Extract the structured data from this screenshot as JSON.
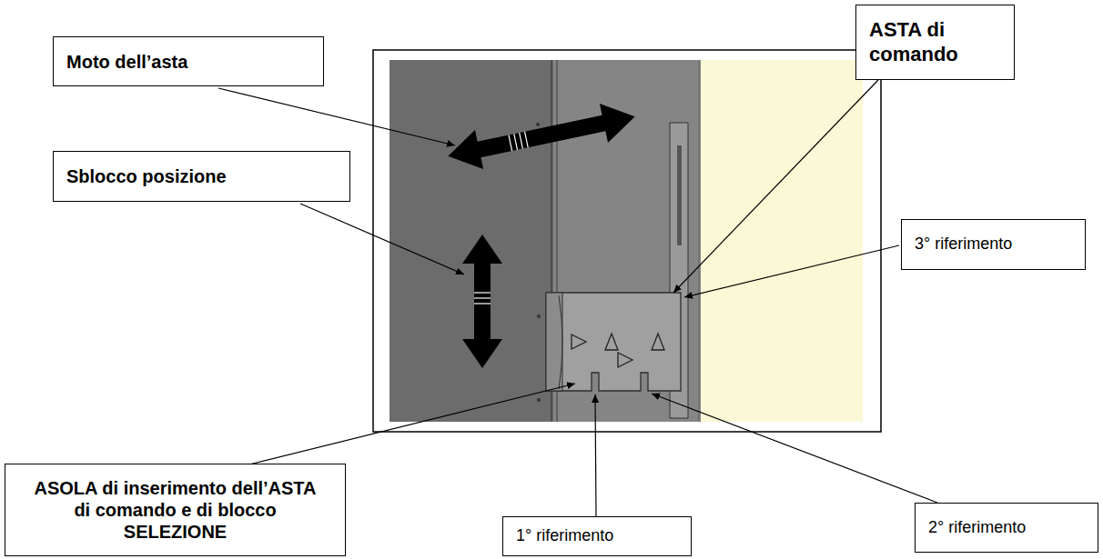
{
  "diagram": {
    "nodes": [
      {
        "text": [
          "Moto dell’asta"
        ]
      },
      {
        "text": [
          "ASTA di comando"
        ]
      },
      {
        "text": [
          "Sblocco posizione"
        ]
      },
      {
        "text": [
          "3° riferimento"
        ]
      },
      {
        "text": [
          "ASOLA di inserimento dell’ASTA di comando e  di blocco  SELEZIONE"
        ]
      },
      {
        "text": [
          "1° riferimento"
        ]
      },
      {
        "text": [
          "2° riferimento"
        ]
      }
    ]
  }
}
